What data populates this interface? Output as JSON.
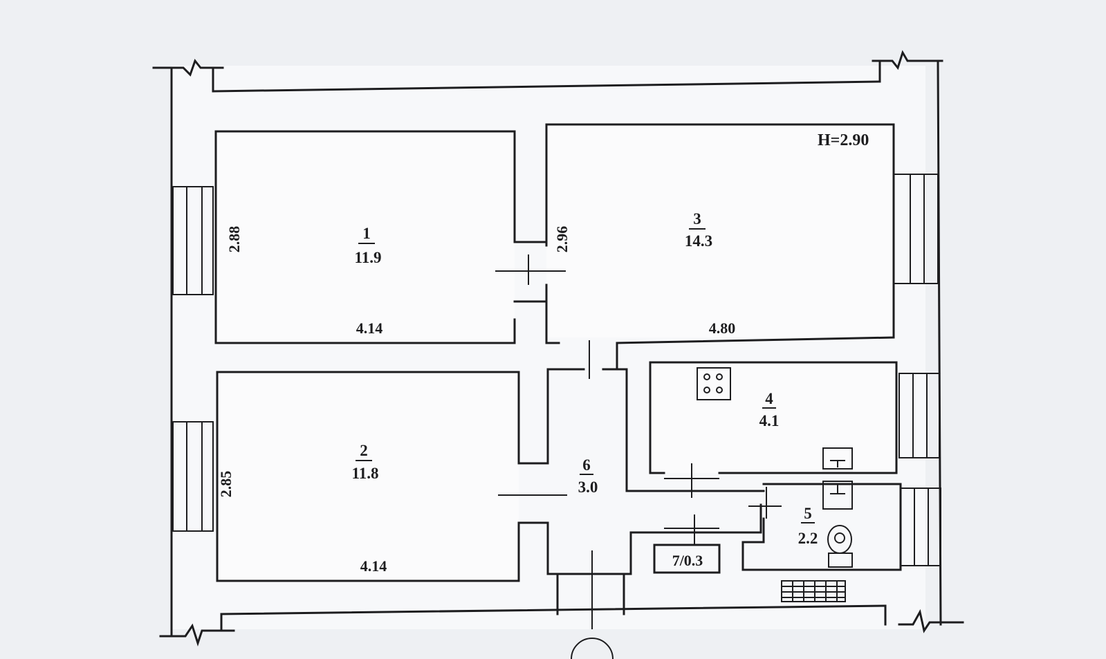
{
  "plan": {
    "height_note": "H=2.90",
    "rooms": [
      {
        "number": "1",
        "area": "11.9"
      },
      {
        "number": "2",
        "area": "11.8"
      },
      {
        "number": "3",
        "area": "14.3"
      },
      {
        "number": "4",
        "area": "4.1"
      },
      {
        "number": "5",
        "area": "2.2"
      },
      {
        "number": "6",
        "area": "3.0"
      }
    ],
    "closet": "7/0.3",
    "dimensions": {
      "room1_width": "4.14",
      "room1_height": "2.88",
      "room2_width": "4.14",
      "room2_height": "2.85",
      "room3_width": "4.80",
      "room3_height": "2.96"
    }
  }
}
